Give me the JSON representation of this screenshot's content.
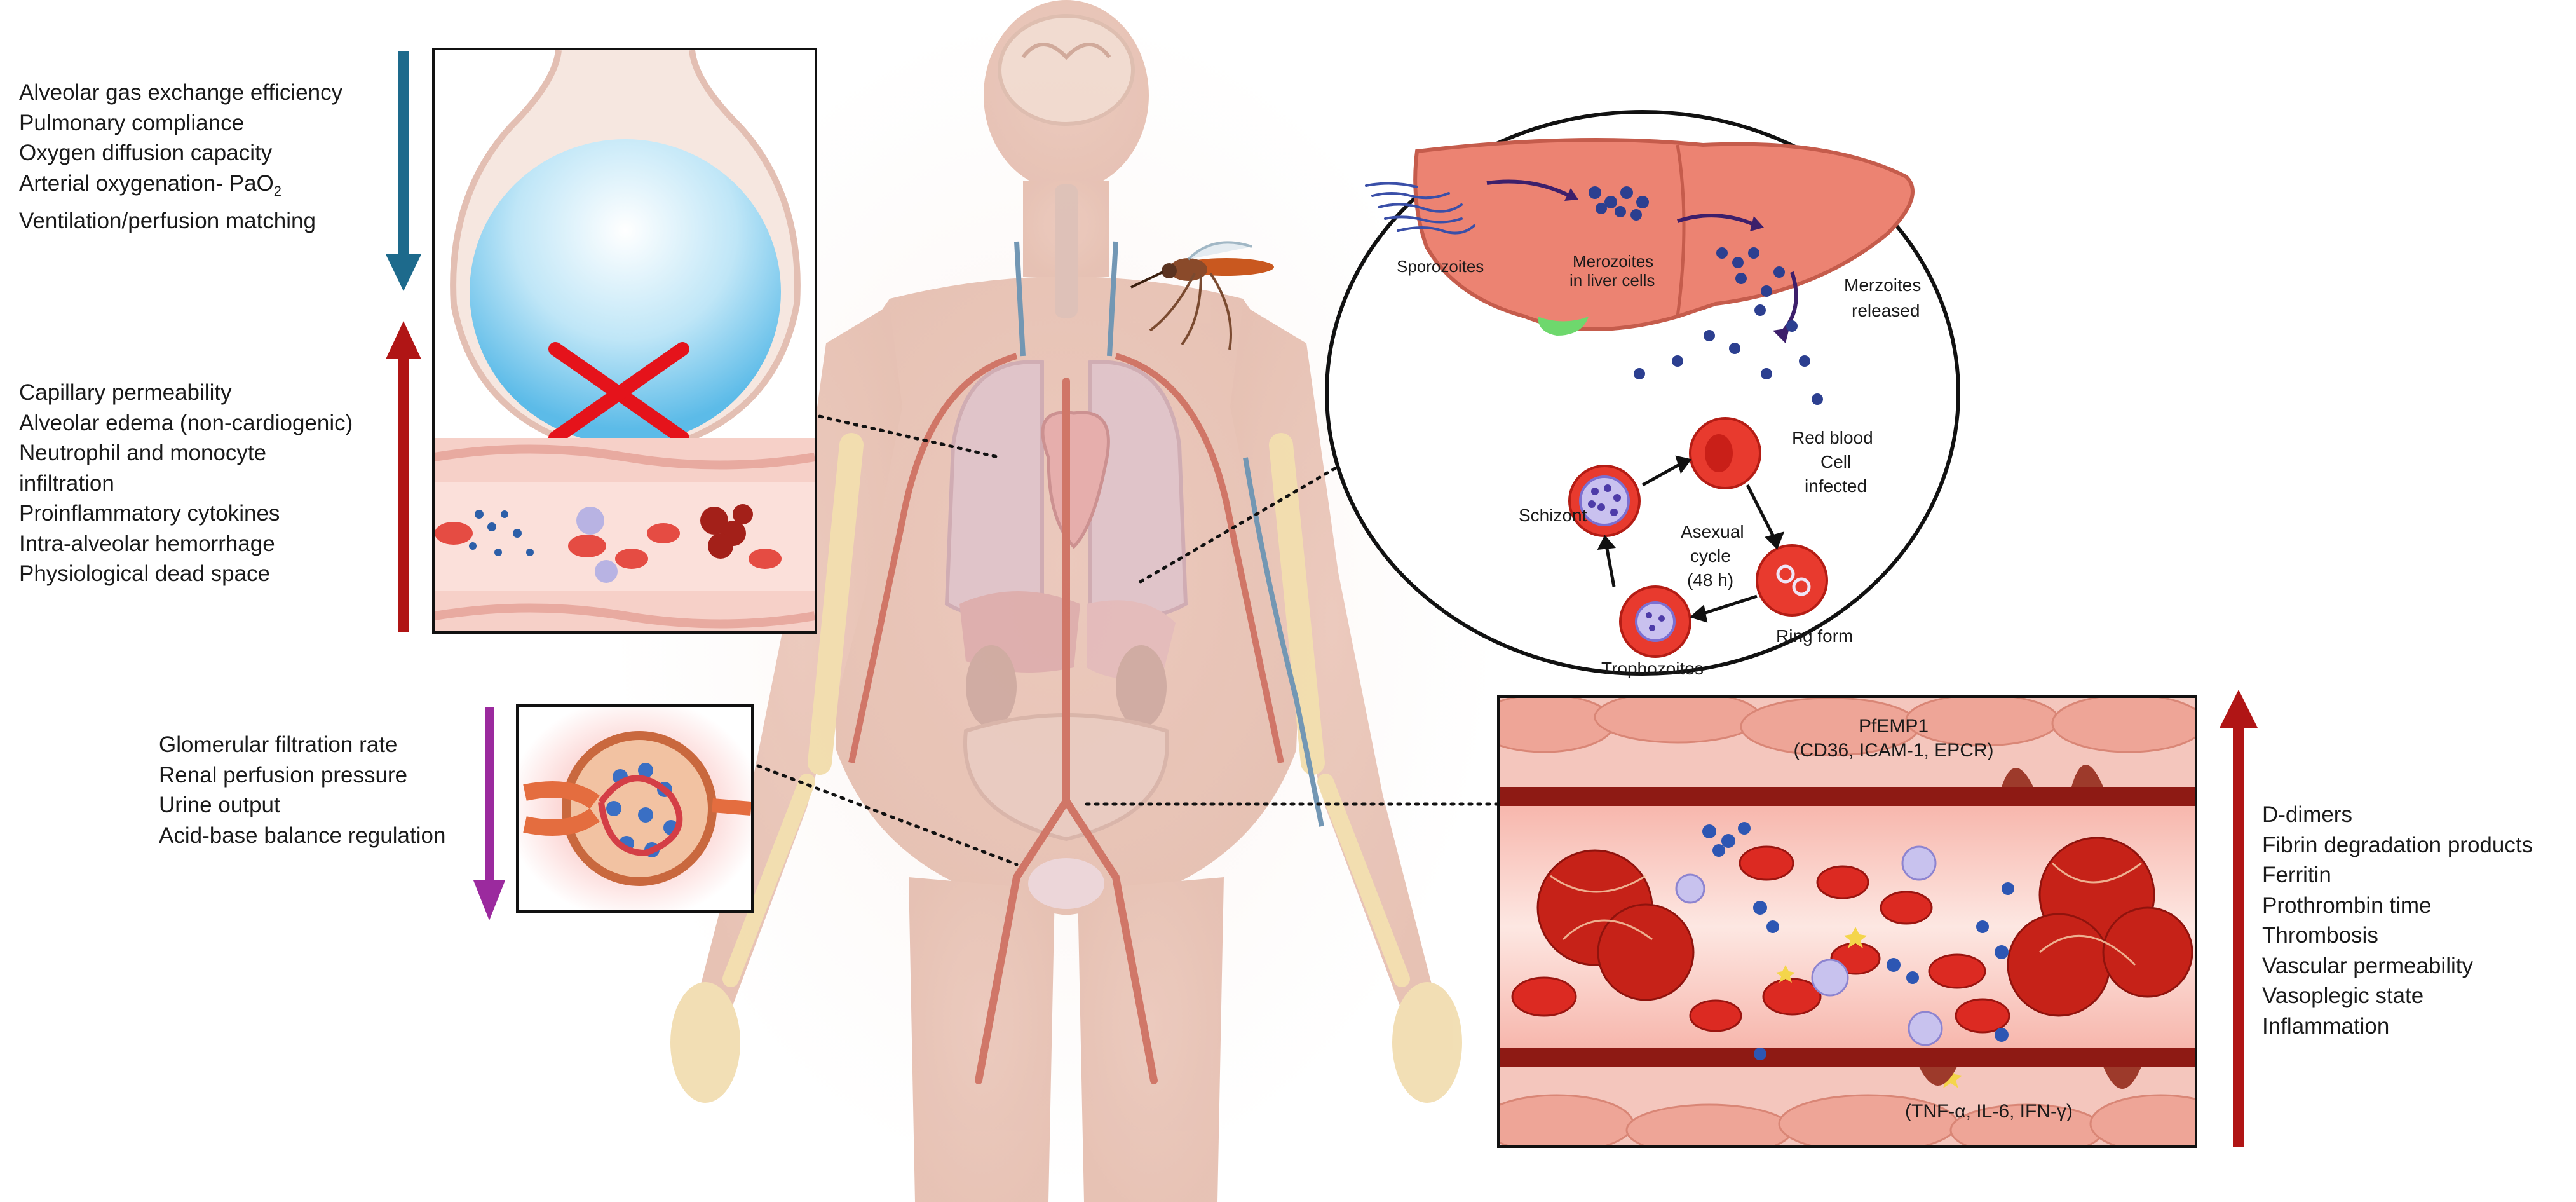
{
  "lung_decreased": {
    "items": [
      "Alveolar gas exchange efficiency",
      "Pulmonary compliance",
      "Oxygen diffusion capacity",
      "Arterial oxygenation- PaO",
      "Ventilation/perfusion matching"
    ],
    "pao2_subscript": "2",
    "arrow_direction": "down",
    "arrow_color": "#1d6a8c"
  },
  "lung_increased": {
    "items": [
      "Capillary permeability",
      "Alveolar edema (non-cardiogenic)",
      "Neutrophil and monocyte",
      "infiltration",
      "Proinflammatory cytokines",
      "Intra-alveolar hemorrhage",
      "Physiological dead space"
    ],
    "arrow_direction": "up",
    "arrow_color": "#b01515"
  },
  "kidney_decreased": {
    "items": [
      "Glomerular filtration rate",
      "Renal perfusion pressure",
      "Urine output",
      "Acid-base balance regulation"
    ],
    "arrow_direction": "down",
    "arrow_color": "#9b2a9e"
  },
  "vessel_increased": {
    "items": [
      "D-dimers",
      "Fibrin degradation products",
      "Ferritin",
      "Prothrombin time",
      "Thrombosis",
      "Vascular permeability",
      "Vasoplegic state",
      "Inflammation"
    ],
    "arrow_direction": "up",
    "arrow_color": "#b01515"
  },
  "lifecycle": {
    "sporozoites": "Sporozoites",
    "merozoites_liver_1": "Merozoites",
    "merozoites_liver_2": "in liver cells",
    "merozoites_released_1": "Merzoites",
    "merozoites_released_2": "released",
    "rbc_infected_1": "Red blood",
    "rbc_infected_2": "Cell",
    "rbc_infected_3": "infected",
    "schizont": "Schizont",
    "asexual_1": "Asexual",
    "asexual_2": "cycle",
    "asexual_3": "(48 h)",
    "ring_form": "Ring form",
    "trophozoites": "Trophozoites"
  },
  "vessel_panel": {
    "pfemp1": "PfEMP1",
    "receptors": "(CD36, ICAM-1, EPCR)",
    "cytokines": "(TNF-α, IL-6, IFN-γ)"
  },
  "icons": [
    "lung-alveolus-icon",
    "kidney-glomerulus-icon",
    "mosquito-icon",
    "liver-icon",
    "red-blood-cell-icon",
    "human-body-icon"
  ],
  "colors": {
    "decrease_blue": "#1d6a8c",
    "increase_red": "#b01515",
    "kidney_purple": "#9b2a9e",
    "tissue_pink": "#f0a89a",
    "blood_red": "#c62218"
  }
}
